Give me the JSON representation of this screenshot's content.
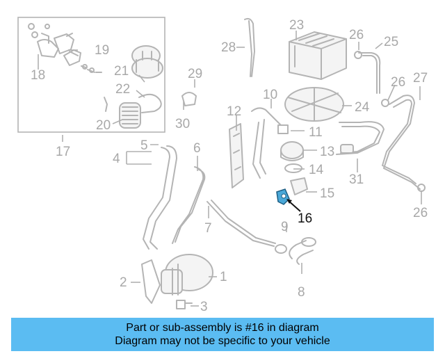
{
  "diagram": {
    "callouts": [
      "1",
      "2",
      "3",
      "4",
      "5",
      "6",
      "7",
      "8",
      "9",
      "10",
      "11",
      "12",
      "13",
      "14",
      "15",
      "16",
      "17",
      "18",
      "19",
      "20",
      "21",
      "22",
      "23",
      "24",
      "25",
      "26",
      "26",
      "26",
      "27",
      "28",
      "29",
      "30",
      "31"
    ],
    "highlighted_callout": "16",
    "colors": {
      "highlight_part": "#4aa8d8",
      "part_line": "#b4b4b4",
      "label": "#a8a8a8",
      "banner": "#5bbcf2"
    }
  },
  "banner": {
    "line1": "Part or sub-assembly is #16 in diagram",
    "line2": "Diagram may not be specific to your vehicle"
  }
}
